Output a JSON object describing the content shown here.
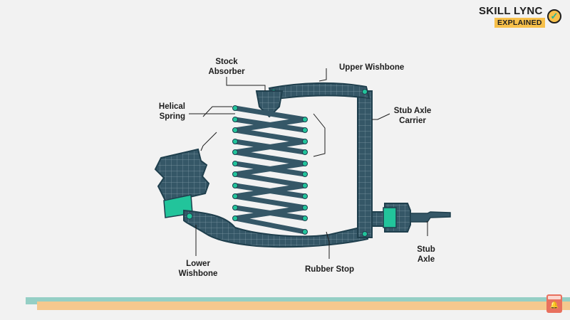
{
  "logo": {
    "brand_top": "SKILL LYNC",
    "brand_bottom": "EXPLAINED",
    "check_icon": "check-circle-icon"
  },
  "labels": {
    "stock_absorber": [
      "Stock",
      "Absorber"
    ],
    "upper_wishbone": "Upper Wishbone",
    "helical_spring": [
      "Helical",
      "Spring"
    ],
    "stub_axle_carrier": [
      "Stub Axle",
      "Carrier"
    ],
    "stub_axle": [
      "Stub",
      "Axle"
    ],
    "lower_wishbone": [
      "Lower",
      "Wishbone"
    ],
    "rubber_stop": "Rubber Stop"
  },
  "colors": {
    "background": "#f2f2f2",
    "metal": "#355767",
    "metal_dark": "#1f3f4d",
    "grid_line": "#7f9aa6",
    "accent_teal": "#22c49b",
    "text": "#1d1d1d",
    "bar_teal": "#95cfc5",
    "bar_peach": "#f5c88e",
    "notify_red": "#e8705e"
  },
  "notify_icon": "bell-icon"
}
